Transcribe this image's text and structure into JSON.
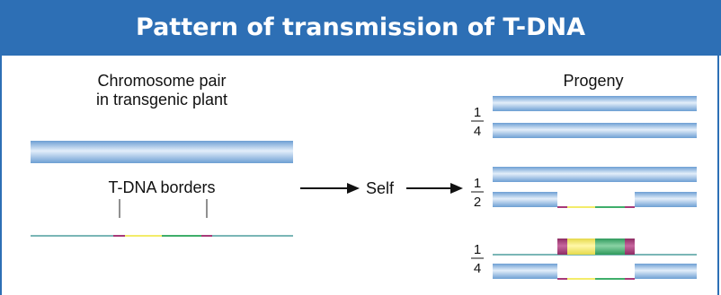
{
  "title": "Pattern of transmission of T-DNA",
  "left": {
    "heading_line1": "Chromosome pair",
    "heading_line2": "in transgenic plant",
    "borders_label": "T-DNA borders"
  },
  "middle": {
    "self_label": "Self"
  },
  "right": {
    "heading": "Progeny",
    "fractions": [
      {
        "num": "1",
        "den": "4"
      },
      {
        "num": "1",
        "den": "2"
      },
      {
        "num": "1",
        "den": "4"
      }
    ]
  },
  "colors": {
    "title_bg": "#2d6fb5",
    "chromosome_light": "#dbe8f6",
    "chromosome_mid": "#7faedc",
    "tdna_yellow": "#f3ec6a",
    "tdna_green": "#3fae6a",
    "tdna_magenta": "#a73a78",
    "line_teal": "#2b8a8a"
  }
}
